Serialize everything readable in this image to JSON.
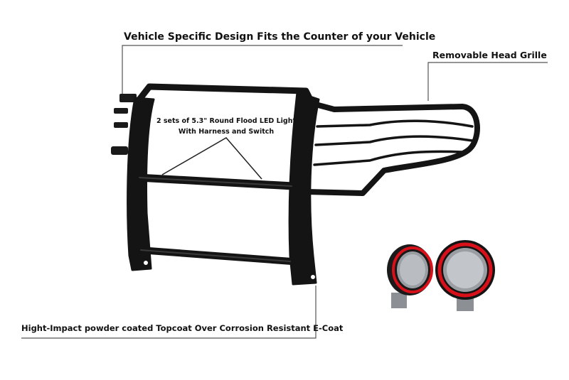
{
  "callouts": {
    "top": "Vehicle Specific Design Fits the Counter of your Vehicle",
    "right": "Removable Head Grille",
    "center_line1": "2 sets of 5.3\" Round Flood LED Light",
    "center_line2": "With Harness and Switch",
    "bottom": "Hight-Impact powder coated Topcoat Over Corrosion Resistant E-Coat"
  },
  "colors": {
    "guard": "#141414",
    "guard_highlight": "#3a3a3a",
    "leader_line": "#555555",
    "light_ring_accent": "#d8101a",
    "lens": "#9a9ea3"
  }
}
